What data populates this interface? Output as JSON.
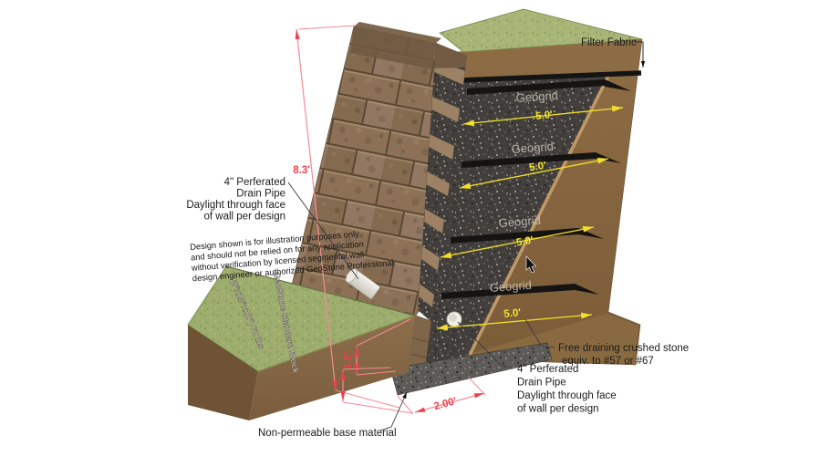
{
  "viewport": {
    "app_type": "3d-model-viewport"
  },
  "annotations": {
    "filter_fabric": "Filter Fabric",
    "drain_pipe_left": {
      "l1": "4\" Perferated",
      "l2": "Drain Pipe",
      "l3": "Daylight through face",
      "l4": "of wall per design"
    },
    "drain_pipe_right": {
      "l1": "4\" Perferated",
      "l2": "Drain Pipe",
      "l3": "Daylight through face",
      "l4": "of wall per design"
    },
    "crushed_stone": {
      "l1": "Free draining crushed stone",
      "l2": "equiv. to #57 or #67"
    },
    "base_material": "Non-permeable base material",
    "disclaimer": {
      "l1": "Design shown is for illustration purposes only",
      "l2": "and should not be relied on for any application",
      "l3": "without verification by licensed segmental wall",
      "l4": "design engineer or authorized GeoStone Professional"
    },
    "block_label": {
      "l1": "GeoStone Standard Block",
      "l2": "(8\"x18\"x12\") 72 lbs"
    }
  },
  "dimensions": {
    "wall_height": "8.3'",
    "embedment_depth": "1.0'",
    "base_width": "2.00'"
  },
  "geogrid_layers": [
    {
      "label": "Geogrid",
      "length": "5.0'"
    },
    {
      "label": "Geogrid",
      "length": "5.0'"
    },
    {
      "label": "Geogrid",
      "length": "5.0'"
    },
    {
      "label": "Geogrid",
      "length": "5.0'"
    }
  ],
  "colors": {
    "dimension_red": "#f23f4f",
    "dimension_yellow": "#f6e52e",
    "grass": "#9dad6e",
    "soil": "#8d6c44",
    "crushed_stone": "#413e3c",
    "block": "#8c7156"
  }
}
